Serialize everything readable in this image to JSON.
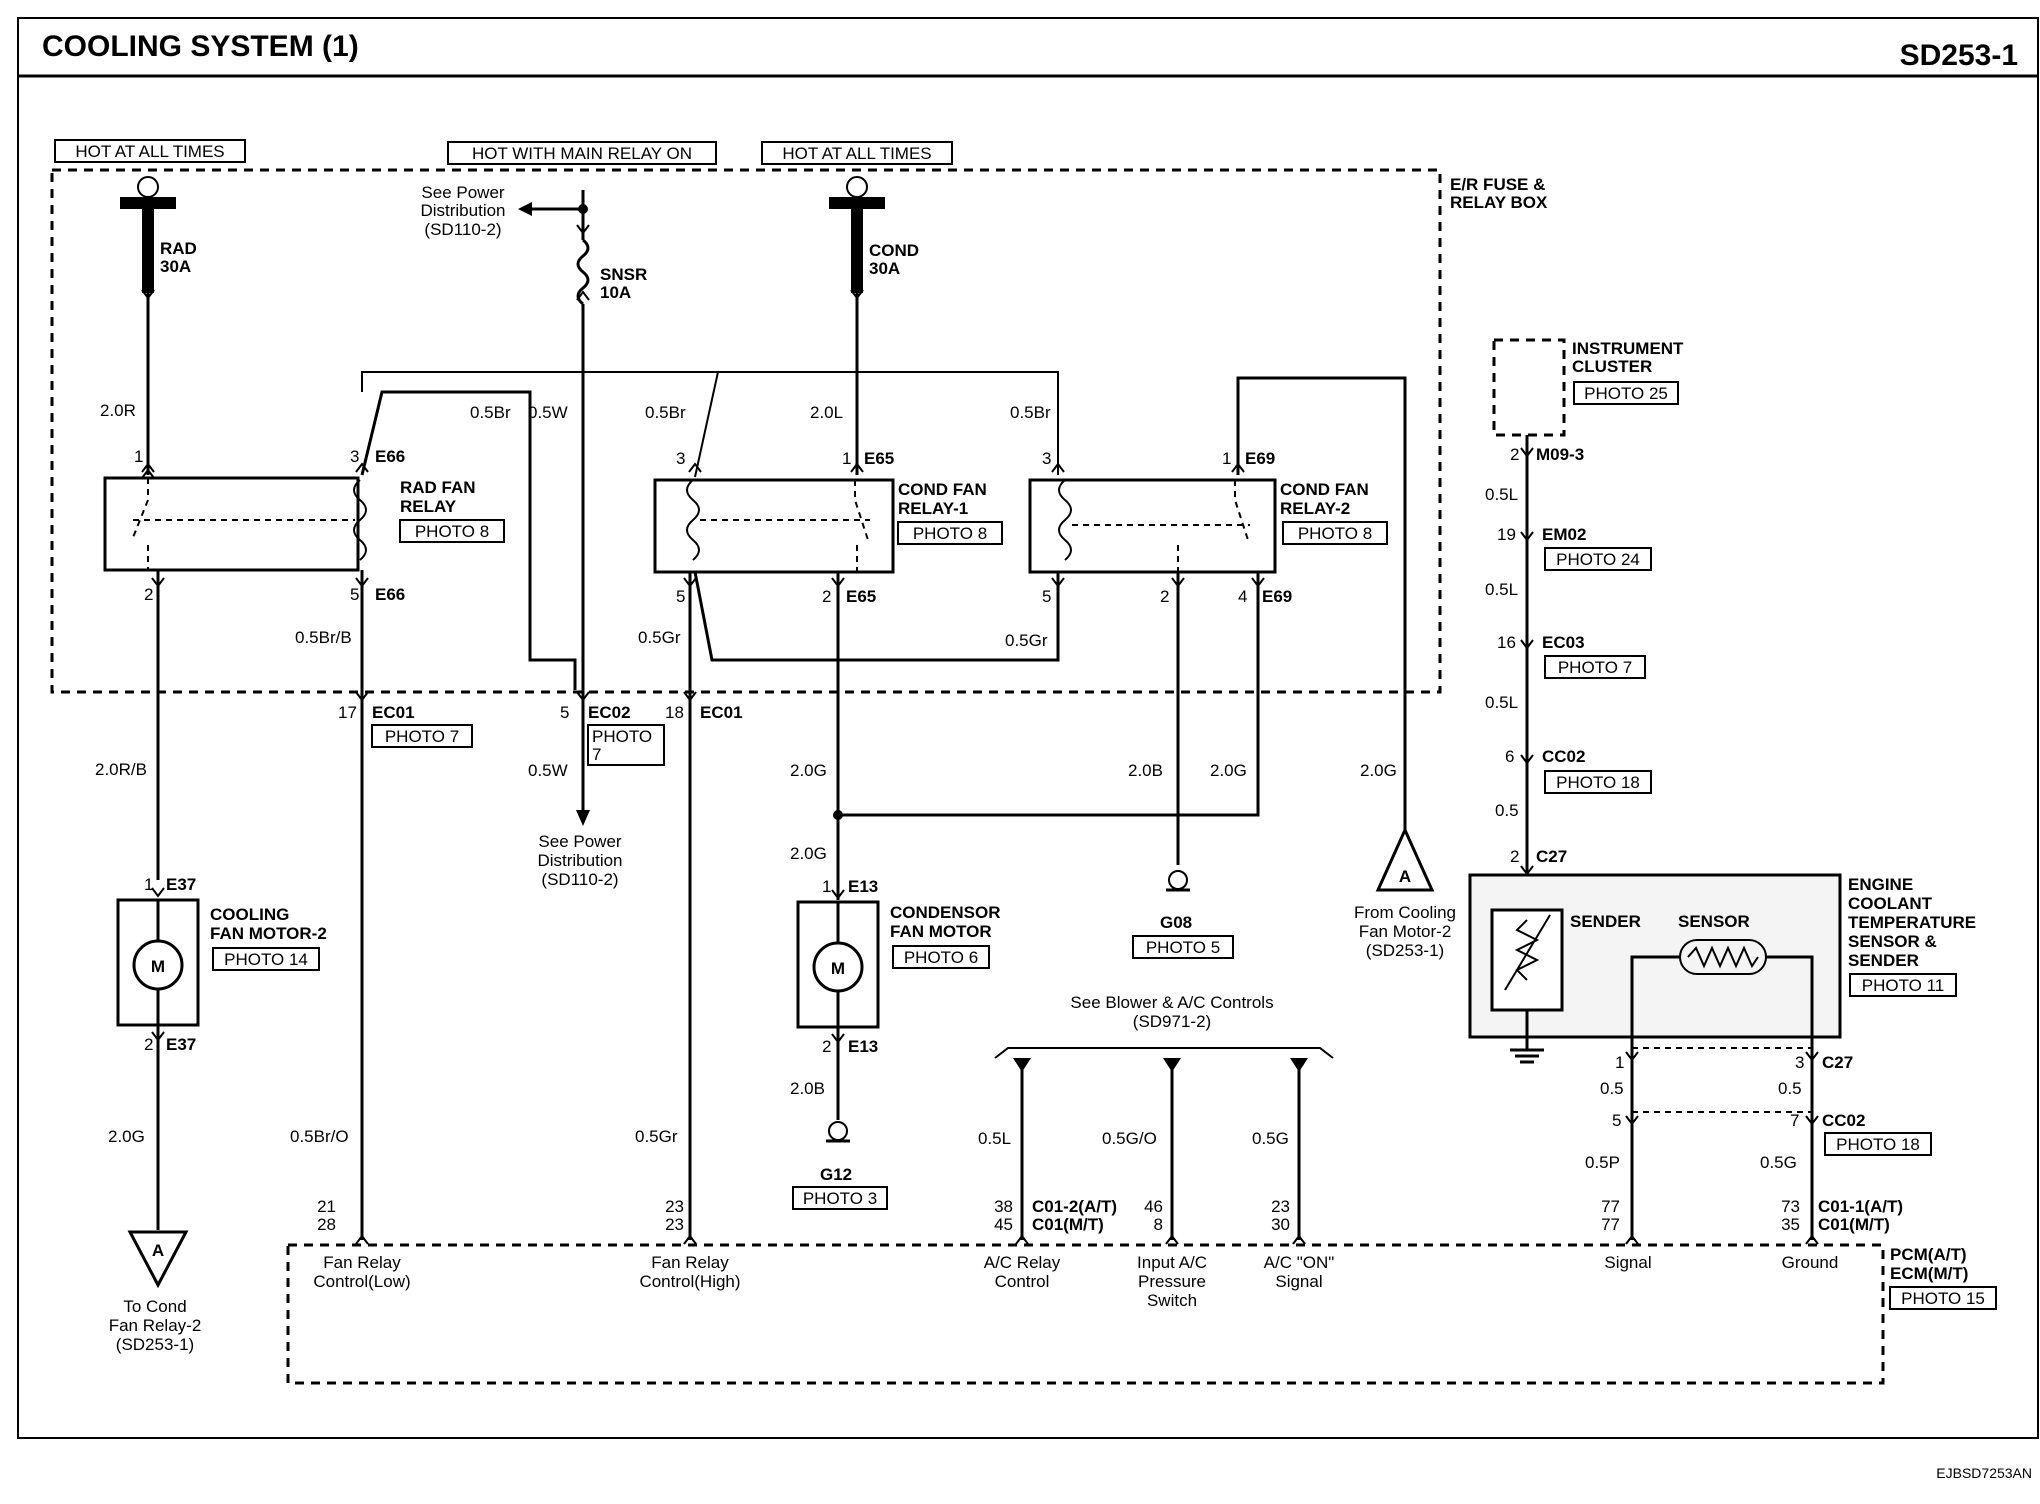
{
  "header": {
    "title": "COOLING SYSTEM (1)",
    "code": "SD253-1"
  },
  "footer": {
    "code": "EJBSD7253AN"
  },
  "power": {
    "hot1": "HOT AT ALL TIMES",
    "hot2": "HOT WITH MAIN RELAY ON",
    "hot3": "HOT AT ALL TIMES",
    "see_power_top": [
      "See Power",
      "Distribution",
      "(SD110-2)"
    ],
    "see_power_bot": [
      "See Power",
      "Distribution",
      "(SD110-2)"
    ]
  },
  "fuses": {
    "rad": [
      "RAD",
      "30A"
    ],
    "snsr": [
      "SNSR",
      "10A"
    ],
    "cond": [
      "COND",
      "30A"
    ]
  },
  "er_box": [
    "E/R FUSE &",
    "RELAY BOX"
  ],
  "relays": {
    "rad": {
      "name": [
        "RAD FAN",
        "RELAY"
      ],
      "photo": "PHOTO 8"
    },
    "cond1": {
      "name": [
        "COND FAN",
        "RELAY-1"
      ],
      "photo": "PHOTO 8"
    },
    "cond2": {
      "name": [
        "COND FAN",
        "RELAY-2"
      ],
      "photo": "PHOTO 8"
    }
  },
  "wires": {
    "w20R": "2.0R",
    "w05Br_a": "0.5Br",
    "w05W_a": "0.5W",
    "w05Br_b": "0.5Br",
    "w20L": "2.0L",
    "w05Br_c": "0.5Br",
    "w05BrB": "0.5Br/B",
    "w05Gr_a": "0.5Gr",
    "w05Gr_b": "0.5Gr",
    "w20RB": "2.0R/B",
    "w05W_b": "0.5W",
    "w20G_a": "2.0G",
    "w20B_a": "2.0B",
    "w20G_b": "2.0G",
    "w20G_c": "2.0G",
    "w20G_d": "2.0G",
    "w20G_e": "2.0G",
    "w20B_b": "2.0B",
    "w05BrO": "0.5Br/O",
    "w05Gr_c": "0.5Gr",
    "w05L_a": "0.5L",
    "w05GO": "0.5G/O",
    "w05G": "0.5G",
    "w05L_b": "0.5L",
    "w05L_c": "0.5L",
    "w05L_d": "0.5L",
    "w05_a": "0.5",
    "w05_b": "0.5",
    "w05_c": "0.5",
    "w05P": "0.5P",
    "w05G_b": "0.5G"
  },
  "pins": {
    "p1": "1",
    "p3a": "3",
    "p2a": "2",
    "p5a": "5",
    "p3b": "3",
    "p1b": "1",
    "p5b": "5",
    "p2b": "2",
    "p3c": "3",
    "p1c": "1",
    "p5c": "5",
    "p2c": "2",
    "p4c": "4",
    "p17": "17",
    "p5d": "5",
    "p18": "18",
    "p1e": "1",
    "p2e": "2",
    "p1f": "1",
    "p2f": "2",
    "p21": "21",
    "p28": "28",
    "p23": "23",
    "p23b": "23",
    "p38": "38",
    "p45": "45",
    "p46": "46",
    "p8": "8",
    "p23c": "23",
    "p30": "30",
    "p77": "77",
    "p77b": "77",
    "p73": "73",
    "p35": "35",
    "p2m": "2",
    "p19": "19",
    "p16": "16",
    "p6": "6",
    "p2n": "2",
    "p1o": "1",
    "p3o": "3",
    "p5o": "5",
    "p7o": "7"
  },
  "connectors": {
    "E66a": "E66",
    "E66b": "E66",
    "E65a": "E65",
    "E65b": "E65",
    "E69a": "E69",
    "E69b": "E69",
    "EC01a": "EC01",
    "EC02": "EC02",
    "EC01b": "EC01",
    "E37a": "E37",
    "E37b": "E37",
    "E13a": "E13",
    "E13b": "E13",
    "M093": "M09-3",
    "EM02": "EM02",
    "EC03": "EC03",
    "CC02a": "CC02",
    "C27a": "C27",
    "C27b": "C27",
    "CC02b": "CC02",
    "C0121": "C01-2(A/T)",
    "C01MT": "C01(M/T)",
    "C0111": "C01-1(A/T)",
    "C01MTb": "C01(M/T)"
  },
  "photos": {
    "ec01": "PHOTO 7",
    "ec02": [
      "PHOTO",
      "7"
    ],
    "fan2": "PHOTO 14",
    "cfm": "PHOTO 6",
    "g08": "PHOTO 5",
    "g12": "PHOTO 3",
    "ic": "PHOTO 25",
    "em02": "PHOTO 24",
    "ec03": "PHOTO 7",
    "cc02": "PHOTO 18",
    "ect": "PHOTO 11",
    "cc02b": "PHOTO 18",
    "pcm": "PHOTO 15"
  },
  "components": {
    "fan2": [
      "COOLING",
      "FAN MOTOR-2"
    ],
    "cfm": [
      "CONDENSOR",
      "FAN MOTOR"
    ],
    "motor_letter": "M",
    "ic": [
      "INSTRUMENT",
      "CLUSTER"
    ],
    "ect": [
      "ENGINE",
      "COOLANT",
      "TEMPERATURE",
      "SENSOR &",
      "SENDER"
    ],
    "sender": "SENDER",
    "sensor": "SENSOR",
    "g08": "G08",
    "g12": "G12",
    "pcm": [
      "PCM(A/T)",
      "ECM(M/T)"
    ]
  },
  "refs": {
    "to_cond": [
      "To Cond",
      "Fan Relay-2",
      "(SD253-1)"
    ],
    "from_cool": [
      "From Cooling",
      "Fan Motor-2",
      "(SD253-1)"
    ],
    "arrow_letter": "A",
    "blower": [
      "See Blower & A/C Controls",
      "(SD971-2)"
    ]
  },
  "pcm_pins": {
    "frl": [
      "Fan Relay",
      "Control(Low)"
    ],
    "frh": [
      "Fan Relay",
      "Control(High)"
    ],
    "acr": [
      "A/C Relay",
      "Control"
    ],
    "iap": [
      "Input A/C",
      "Pressure",
      "Switch"
    ],
    "aco": [
      "A/C \"ON\"",
      "Signal"
    ],
    "sig": "Signal",
    "gnd": "Ground"
  }
}
